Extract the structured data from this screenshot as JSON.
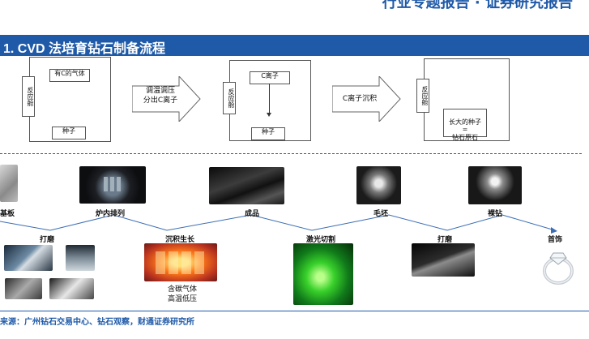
{
  "header": {
    "partial_title": "行业专题报告 · 证券研究报告"
  },
  "section_title": "1. CVD 法培育钻石制备流程",
  "top_process": {
    "chamber1": {
      "side_label": "反应舱",
      "gas_label": "有C的气体",
      "seed_label": "种子"
    },
    "arrow1_label": "调温调压\n分出C离子",
    "chamber2": {
      "side_label": "反应舱",
      "ion_label": "C离子",
      "seed_label": "种子"
    },
    "arrow2_label": "C离子沉积",
    "chamber3": {
      "side_label": "反应舱",
      "result_label": "长大的种子\n=\n钻石原石"
    }
  },
  "bottom_process": {
    "upper_steps": [
      "基板",
      "炉内排列",
      "成品",
      "毛坯",
      "裸钻"
    ],
    "lower_steps": [
      "打磨",
      "沉积生长",
      "激光切割",
      "打磨",
      "首饰"
    ],
    "deposition_note": "含碳气体\n高温低压"
  },
  "source_text": "来源：广州钻石交易中心、钻石观察，财通证券研究所",
  "colors": {
    "brand_blue": "#1f5aa8",
    "line_blue": "#3b6db5"
  }
}
